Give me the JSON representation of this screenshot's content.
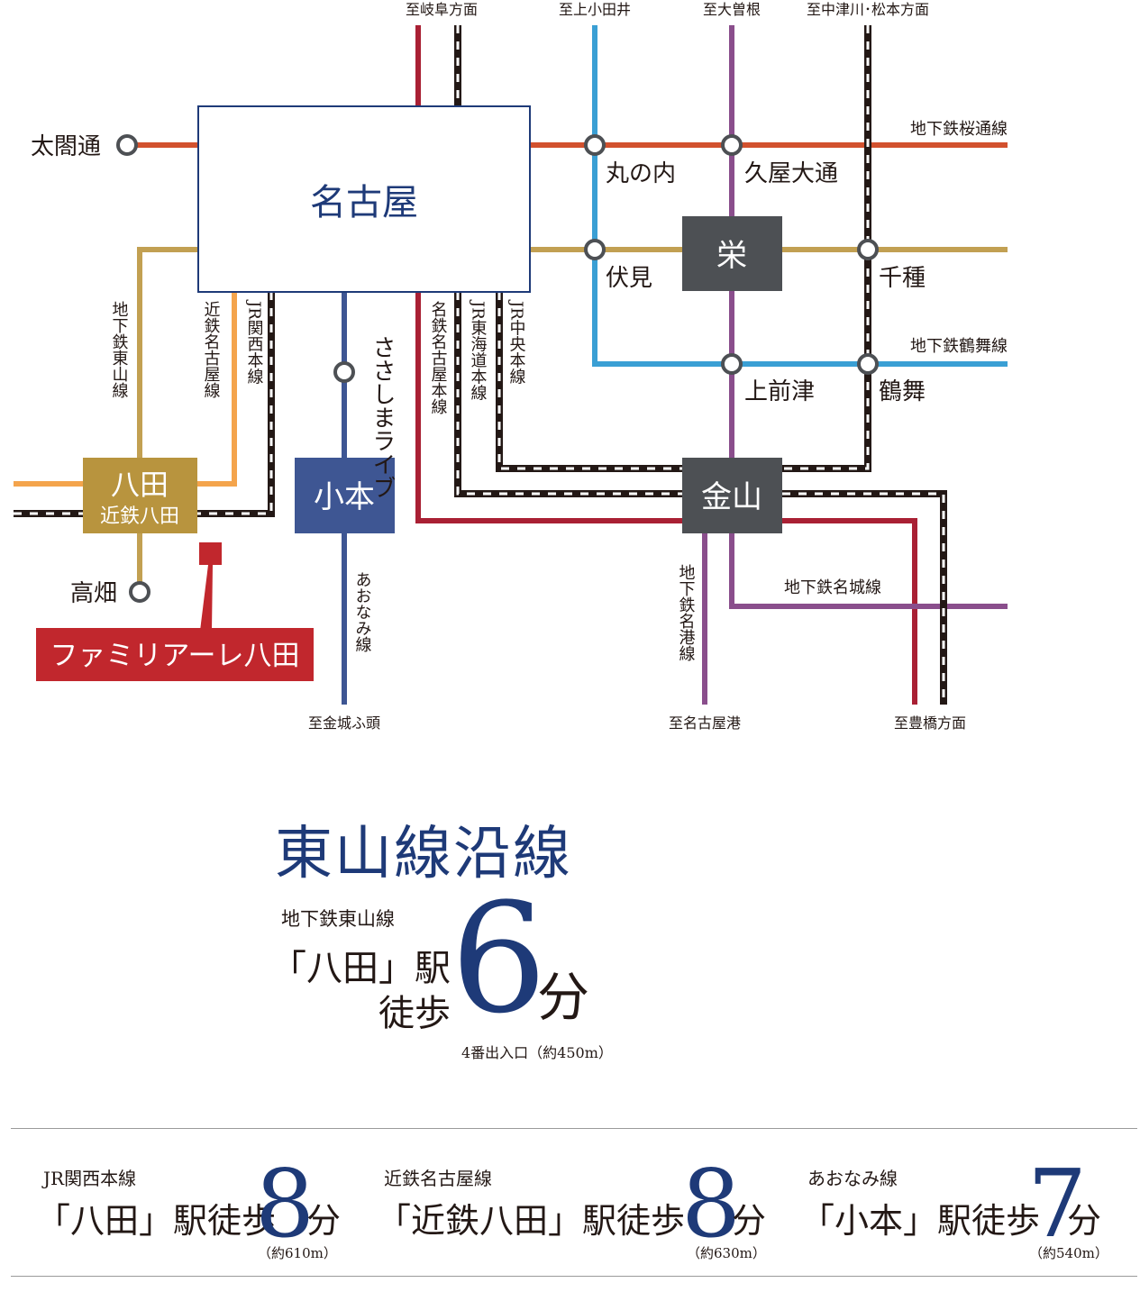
{
  "colors": {
    "sakuradori": "#d2512e",
    "higashiyama": "#c2a052",
    "kintetsu": "#f4a44c",
    "meitetsu": "#a92034",
    "tsurumai": "#3a9fd4",
    "meijo": "#8a4e8c",
    "aonami": "#3e5693",
    "jr": "#231815",
    "highlight": "#c1272d",
    "navy": "#1e3a78",
    "box_gray": "#4d5054",
    "yata_gold": "#b8943e"
  },
  "directions": {
    "gifu": "至岐阜方面",
    "kamiotai": "至上小田井",
    "ozone": "至大曽根",
    "nakatsugawa": "至中津川･松本方面",
    "kinjo": "至金城ふ頭",
    "nagoyako": "至名古屋港",
    "toyohashi": "至豊橋方面"
  },
  "lines": {
    "sakuradori": "地下鉄桜通線",
    "tsurumai": "地下鉄鶴舞線",
    "higashiyama": "地下鉄東山線",
    "kintetsu": "近鉄名古屋線",
    "kansai": "JR関西本線",
    "sasashima": "ささしまライブ",
    "meitetsu": "名鉄名古屋本線",
    "tokaido": "JR東海道本線",
    "chuo": "JR中央本線",
    "aonami": "あおなみ線",
    "meiko": "地下鉄名港線",
    "meijo": "地下鉄名城線"
  },
  "stations": {
    "nagoya": "名古屋",
    "taikodori": "太閤通",
    "marunouchi": "丸の内",
    "hisaya": "久屋大通",
    "sakae": "栄",
    "fushimi": "伏見",
    "chikusa": "千種",
    "kamimaezu": "上前津",
    "tsurumai": "鶴舞",
    "kanayama": "金山",
    "yata": "八田",
    "kintetsu_yata": "近鉄八田",
    "komoto": "小本",
    "takabata": "高畑"
  },
  "property": "ファミリアーレ八田",
  "hero": {
    "title": "東山線沿線",
    "line": "地下鉄東山線",
    "station": "「八田」駅",
    "walk": "徒歩",
    "minutes": "6",
    "unit": "分",
    "note": "4番出入口（約450m）"
  },
  "access": [
    {
      "line": "JR関西本線",
      "station": "「八田」駅徒歩",
      "minutes": "8",
      "unit": "分",
      "note": "（約610m）"
    },
    {
      "line": "近鉄名古屋線",
      "station": "「近鉄八田」駅徒歩",
      "minutes": "8",
      "unit": "分",
      "note": "（約630m）"
    },
    {
      "line": "あおなみ線",
      "station": "「小本」駅徒歩",
      "minutes": "7",
      "unit": "分",
      "note": "（約540m）"
    }
  ]
}
